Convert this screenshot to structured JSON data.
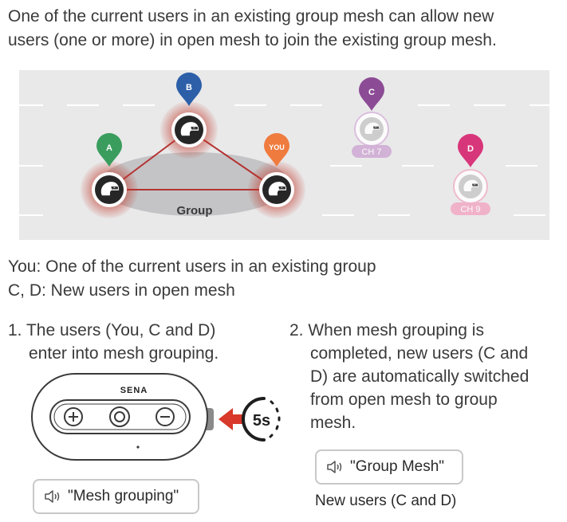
{
  "intro": {
    "line1": "One of the current users in an existing group mesh can allow new",
    "line2": "users (one or more) in open mesh to join the existing group mesh."
  },
  "scene": {
    "group_label": "Group",
    "users": [
      {
        "label": "A",
        "color": "#3a9d5d"
      },
      {
        "label": "B",
        "color": "#2c5fa8"
      },
      {
        "label": "YOU",
        "color": "#ef7b3f"
      },
      {
        "label": "C",
        "color": "#8c4b95",
        "channel": "CH 7"
      },
      {
        "label": "D",
        "color": "#d8367a",
        "channel": "CH 9"
      }
    ]
  },
  "legend": {
    "line1": "You: One of the current users in an existing group",
    "line2": "C, D: New users in open mesh"
  },
  "step1": {
    "line1": "1. The users (You, C and D)",
    "line2": "enter into mesh grouping."
  },
  "step2": {
    "line1": "2. When mesh grouping is",
    "line2": "completed, new users (C and",
    "line3": "D) are automatically switched",
    "line4": "from open mesh to group",
    "line5": "mesh."
  },
  "device": {
    "brand": "SENA",
    "hold_label": "5s",
    "plus_icon": "plus-icon",
    "center_icon": "center-button-icon",
    "minus_icon": "minus-icon"
  },
  "voice1": "\"Mesh grouping\"",
  "voice2": "\"Group Mesh\"",
  "caption": "New users (C and D)"
}
